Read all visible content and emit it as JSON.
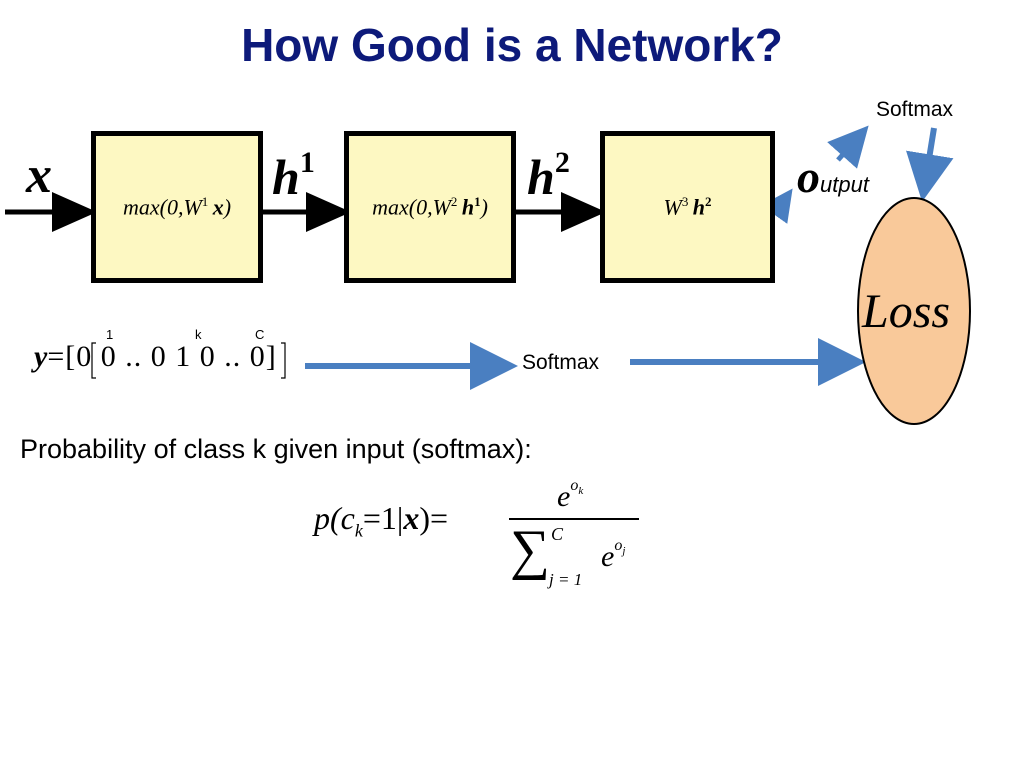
{
  "title": "How Good is a Network?",
  "input_var": "x",
  "layers": [
    {
      "var": "max",
      "pre": "max(0,",
      "weight": "W",
      "sup": "1",
      "arg": "x",
      "post": ")"
    },
    {
      "var": "max",
      "pre": "max(0,",
      "weight": "W",
      "sup": "2",
      "arg": "h",
      "argsup": "1",
      "post": ")"
    },
    {
      "weight": "W",
      "sup": "3",
      "arg": "h",
      "argsup": "2"
    }
  ],
  "hidden": [
    {
      "var": "h",
      "sup": "1"
    },
    {
      "var": "h",
      "sup": "2"
    }
  ],
  "output": {
    "var": "o",
    "rest": "utput"
  },
  "softmax_top": "Softmax",
  "softmax_mid": "Softmax",
  "loss_label": "Loss",
  "target_vector": {
    "lhs": "y",
    "expr": "=[0 0 .. 0 1 0 .. 0]",
    "index_labels": [
      "1",
      "k",
      "C"
    ]
  },
  "probability_text": "Probability of class k given input (softmax):",
  "formula": {
    "lhs": "p(c",
    "lhs_sub": "k",
    "lhs_rest": "=1|",
    "given": "x",
    "close": ")=",
    "numer_base": "e",
    "numer_exp": "o",
    "numer_exp_sub": "k",
    "sum_upper": "C",
    "sum_lower": "j = 1",
    "denom_base": "e",
    "denom_exp": "o",
    "denom_exp_sub": "j"
  },
  "colors": {
    "title": "#0d1a7a",
    "box_fill": "#fdf8c2",
    "loss_fill": "#f9c99a",
    "arrow_blue": "#4a7fc1"
  }
}
